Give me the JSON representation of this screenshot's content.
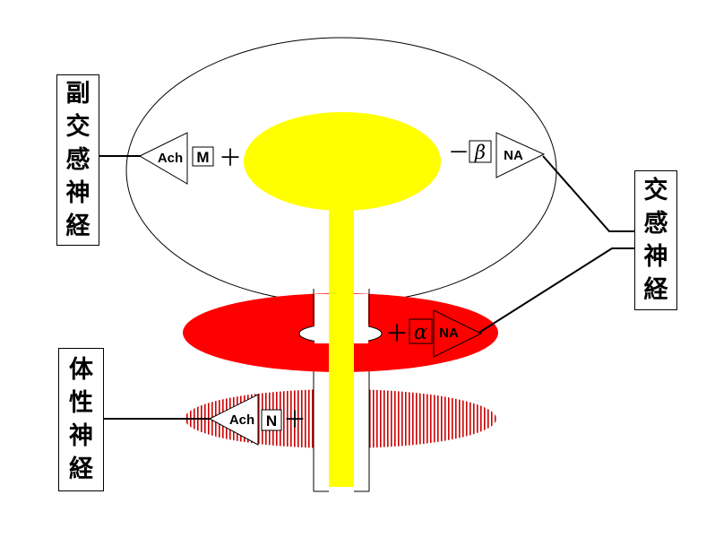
{
  "labels": {
    "parasympathetic": [
      "副",
      "交",
      "感",
      "神",
      "経"
    ],
    "sympathetic": [
      "交",
      "感",
      "神",
      "経"
    ],
    "somatic": [
      "体",
      "性",
      "神",
      "経"
    ]
  },
  "receptors": {
    "bladder_parasym": {
      "transmitter": "Ach",
      "receptor": "M",
      "sign": "＋"
    },
    "bladder_sym": {
      "transmitter": "NA",
      "receptor": "β",
      "sign": "－"
    },
    "internal_sphincter": {
      "transmitter": "NA",
      "receptor": "α",
      "sign": "＋"
    },
    "external_sphincter": {
      "transmitter": "Ach",
      "receptor": "N",
      "sign": "＋"
    }
  },
  "colors": {
    "bladder_lumen": "#ffff00",
    "internal_sphincter": "#ff0000",
    "external_sphincter": "#cc0000",
    "outline": "#000000"
  }
}
